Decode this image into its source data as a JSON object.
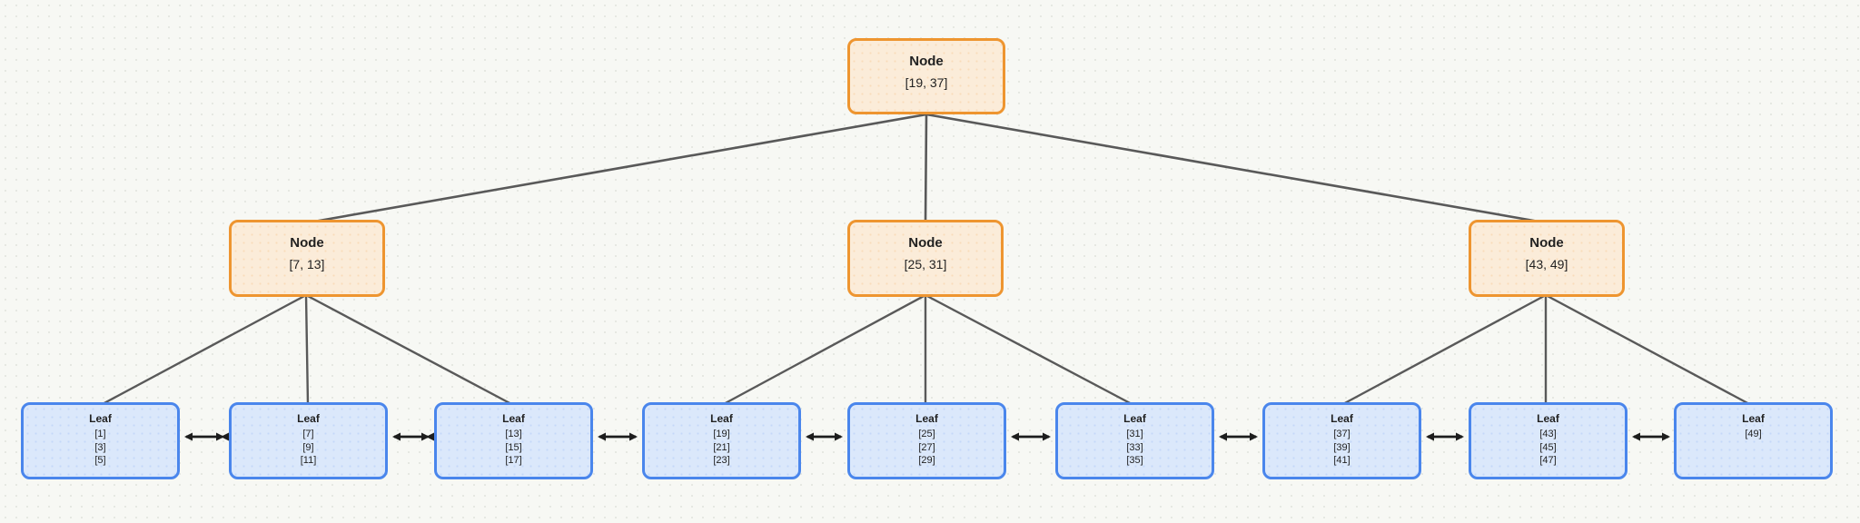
{
  "diagram": {
    "type": "b-plus-tree",
    "colors": {
      "background": "#f7f8f4",
      "internal_fill": "#fbecd9",
      "internal_border": "#ee9530",
      "leaf_fill": "#dbe8fb",
      "leaf_border": "#4a86ec",
      "edge_line": "#595959",
      "arrow": "#1d1d1d",
      "text": "#222222"
    },
    "root": {
      "label": "Node",
      "keys": "[19, 37]"
    },
    "internal_nodes": [
      {
        "label": "Node",
        "keys": "[7, 13]"
      },
      {
        "label": "Node",
        "keys": "[25, 31]"
      },
      {
        "label": "Node",
        "keys": "[43, 49]"
      }
    ],
    "leaves": [
      {
        "label": "Leaf",
        "values": [
          "[1]",
          "[3]",
          "[5]"
        ]
      },
      {
        "label": "Leaf",
        "values": [
          "[7]",
          "[9]",
          "[11]"
        ]
      },
      {
        "label": "Leaf",
        "values": [
          "[13]",
          "[15]",
          "[17]"
        ]
      },
      {
        "label": "Leaf",
        "values": [
          "[19]",
          "[21]",
          "[23]"
        ]
      },
      {
        "label": "Leaf",
        "values": [
          "[25]",
          "[27]",
          "[29]"
        ]
      },
      {
        "label": "Leaf",
        "values": [
          "[31]",
          "[33]",
          "[35]"
        ]
      },
      {
        "label": "Leaf",
        "values": [
          "[37]",
          "[39]",
          "[41]"
        ]
      },
      {
        "label": "Leaf",
        "values": [
          "[43]",
          "[45]",
          "[47]"
        ]
      },
      {
        "label": "Leaf",
        "values": [
          "[49]"
        ]
      }
    ]
  }
}
